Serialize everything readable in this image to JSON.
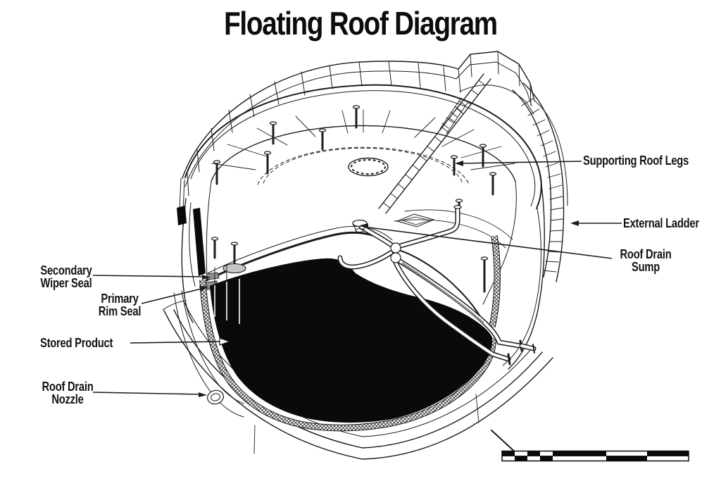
{
  "title": "Floating Roof Diagram",
  "labels": {
    "supporting_roof_legs": {
      "lines": [
        "Supporting Roof Legs"
      ]
    },
    "external_ladder": {
      "lines": [
        "External Ladder"
      ]
    },
    "roof_drain_sump": {
      "lines": [
        "Roof Drain",
        "Sump"
      ]
    },
    "secondary_wiper_seal": {
      "lines": [
        "Secondary",
        "Wiper Seal"
      ]
    },
    "primary_rim_seal": {
      "lines": [
        "Primary",
        "Rim Seal"
      ]
    },
    "stored_product": {
      "lines": [
        "Stored Product"
      ]
    },
    "roof_drain_nozzle": {
      "lines": [
        "Roof Drain",
        "Nozzle"
      ]
    }
  },
  "colors": {
    "line": "#1c1c1c",
    "product": "#0a0a0a",
    "background": "#ffffff",
    "leg_pad": "#c6c6c6"
  }
}
